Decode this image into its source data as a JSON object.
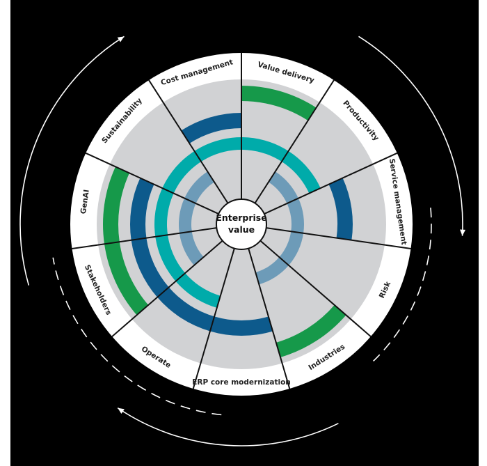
{
  "center": {
    "line1": "Enterprise",
    "line2": "value"
  },
  "segments": [
    {
      "label": "Value delivery"
    },
    {
      "label": "Productivity"
    },
    {
      "label": "Service management"
    },
    {
      "label": "Risk"
    },
    {
      "label": "Industries"
    },
    {
      "label": "ERP core modernization"
    },
    {
      "label": "Operate"
    },
    {
      "label": "Stakeholders"
    },
    {
      "label": "GenAI"
    },
    {
      "label": "Sustainability"
    },
    {
      "label": "Cost management"
    }
  ],
  "rings": [
    {
      "color": "#6d9bb8",
      "arcs": [
        [
          1,
          4
        ],
        [
          7,
          9
        ]
      ]
    },
    {
      "color": "#00abaa",
      "arcs": [
        [
          6,
          12
        ]
      ]
    },
    {
      "color": "#0d5a8c",
      "arcs": [
        [
          10,
          10
        ],
        [
          2,
          2
        ],
        [
          5,
          8
        ]
      ]
    },
    {
      "color": "#16994a",
      "arcs": [
        [
          0,
          0
        ],
        [
          4,
          4
        ],
        [
          7,
          8
        ]
      ]
    }
  ],
  "colors": {
    "background": "#000000",
    "plate": "#d1d2d4",
    "band": "#ffffff",
    "arrows": "#ffffff"
  },
  "cycle_arrows": [
    {
      "style": "solid",
      "direction": "clockwise"
    },
    {
      "style": "solid",
      "direction": "clockwise"
    },
    {
      "style": "dashed",
      "direction": "none"
    },
    {
      "style": "solid",
      "direction": "clockwise"
    },
    {
      "style": "dashed",
      "direction": "none"
    }
  ]
}
